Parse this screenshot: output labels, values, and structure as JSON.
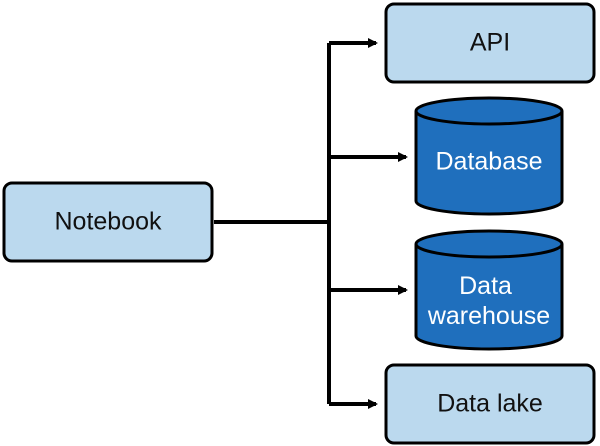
{
  "diagram": {
    "source": {
      "label": "Notebook"
    },
    "targets": [
      {
        "label": "API",
        "shape": "box"
      },
      {
        "label": "Database",
        "shape": "cylinder"
      },
      {
        "label_lines": [
          "Data",
          "warehouse"
        ],
        "shape": "cylinder"
      },
      {
        "label": "Data lake",
        "shape": "box"
      }
    ],
    "colors": {
      "box_fill": "#bbd9ee",
      "cylinder_fill": "#1f6fbd",
      "stroke": "#000000",
      "cylinder_text": "#ffffff"
    }
  }
}
